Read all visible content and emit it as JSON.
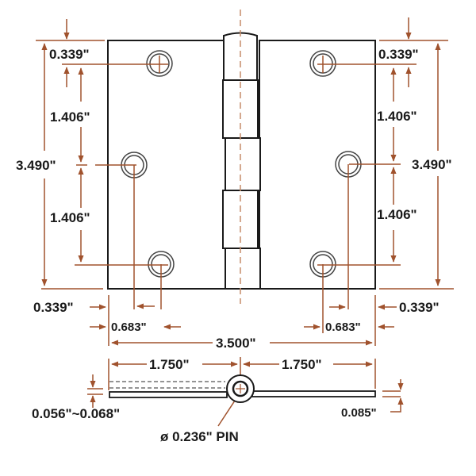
{
  "colors": {
    "outline": "#1a1a1a",
    "dimension": "#a0522d",
    "centerline": "#c58b68",
    "text": "#1a1a1a"
  },
  "front_view": {
    "left_leaf": {
      "top_edge_offset": "0.339\"",
      "hole_spacing_upper": "1.406\"",
      "hole_spacing_lower": "1.406\"",
      "overall_hole_span": "3.490\"",
      "side_edge_offset": "0.339\"",
      "hole_stagger": "0.683\""
    },
    "right_leaf": {
      "top_edge_offset": "0.339\"",
      "hole_spacing_upper": "1.406\"",
      "hole_spacing_lower": "1.406\"",
      "overall_hole_span": "3.490\"",
      "side_edge_offset": "0.339\"",
      "hole_stagger": "0.683\""
    },
    "overall_width": "3.500\""
  },
  "section_view": {
    "left_half_width": "1.750\"",
    "right_half_width": "1.750\"",
    "leaf_thickness": "0.056\"~0.068\"",
    "gap": "0.085\"",
    "pin": "ø 0.236\" PIN"
  }
}
